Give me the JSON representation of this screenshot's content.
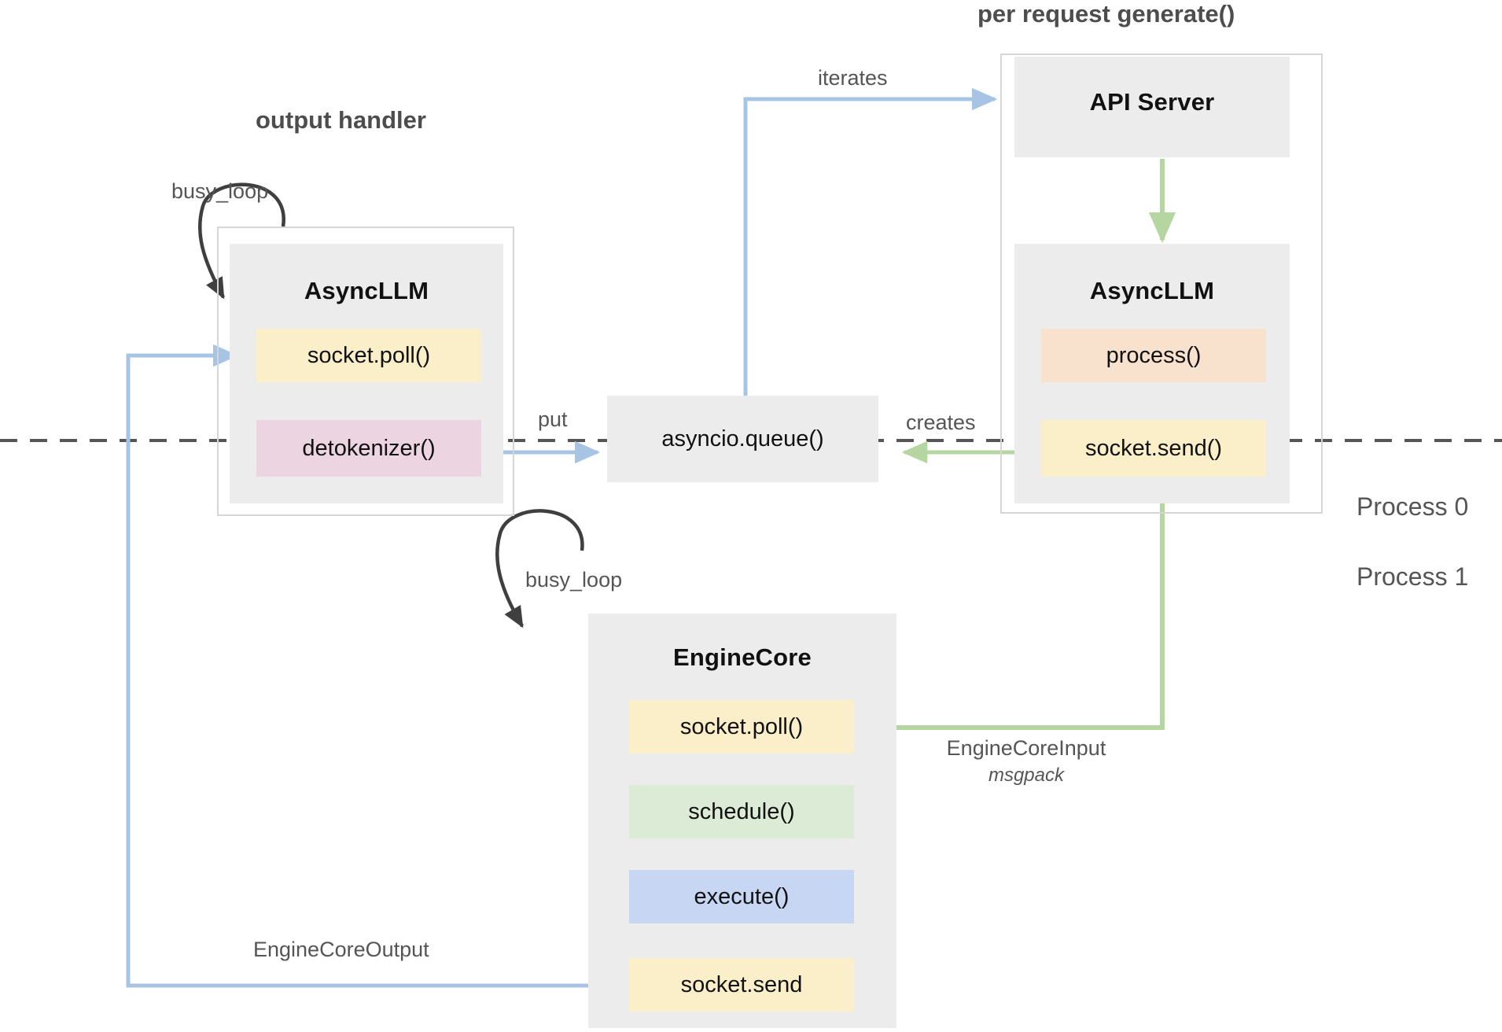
{
  "colors": {
    "canvas": "#ffffff",
    "node_fill": "#ececec",
    "frame_border": "#d6d6d6",
    "blue_edge": "#a8c4e5",
    "green_edge": "#b5d6a0",
    "black_edge": "#3f3f3f",
    "divider": "#555555",
    "slot_yellow": "#faefc9",
    "slot_pink": "#ecd5e0",
    "slot_orange": "#f8e1cd",
    "slot_green": "#dcebd5",
    "slot_blue": "#c7d6f2"
  },
  "sections": {
    "output_handler": "output handler",
    "per_request": "per request generate()"
  },
  "processes": {
    "top": "Process 0",
    "bottom": "Process 1"
  },
  "nodes": {
    "async_llm_left": {
      "title": "AsyncLLM",
      "slots": [
        {
          "label": "socket.poll()",
          "color": "slot_yellow"
        },
        {
          "label": "detokenizer()",
          "color": "slot_pink"
        }
      ]
    },
    "api_server": {
      "title": "API Server"
    },
    "async_llm_right": {
      "title": "AsyncLLM",
      "slots": [
        {
          "label": "process()",
          "color": "slot_orange"
        },
        {
          "label": "socket.send()",
          "color": "slot_yellow"
        }
      ]
    },
    "asyncio_queue": {
      "title": "asyncio.queue()"
    },
    "engine_core": {
      "title": "EngineCore",
      "slots": [
        {
          "label": "socket.poll()",
          "color": "slot_yellow"
        },
        {
          "label": "schedule()",
          "color": "slot_green"
        },
        {
          "label": "execute()",
          "color": "slot_blue"
        },
        {
          "label": "socket.send",
          "color": "slot_yellow"
        }
      ]
    }
  },
  "edge_labels": {
    "busy_loop_left": "busy_loop",
    "busy_loop_bottom": "busy_loop",
    "iterates": "iterates",
    "put": "put",
    "creates": "creates",
    "engine_core_input": "EngineCoreInput",
    "engine_core_input_sub": "msgpack",
    "engine_core_output": "EngineCoreOutput"
  }
}
